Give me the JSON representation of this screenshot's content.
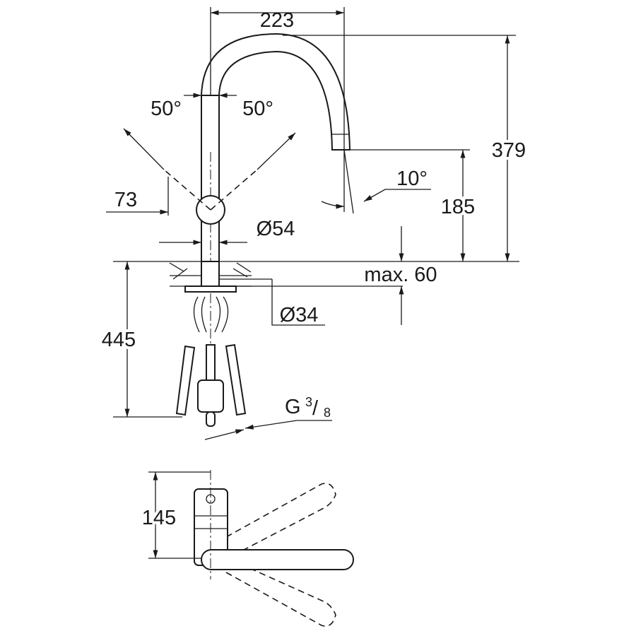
{
  "dimensions": {
    "spout_reach": "223",
    "total_height": "379",
    "swivel_left": "50°",
    "swivel_right": "50°",
    "handle_offset": "73",
    "spray_angle": "10°",
    "outlet_height": "185",
    "base_diameter": "Ø54",
    "max_counter_thickness": "max. 60",
    "hole_diameter": "Ø34",
    "hose_length": "445",
    "connection_thread": "G",
    "connection_fraction_num": "3",
    "connection_fraction_den": "8",
    "plan_depth": "145"
  },
  "colors": {
    "line": "#1a1a1a",
    "background": "#ffffff"
  }
}
